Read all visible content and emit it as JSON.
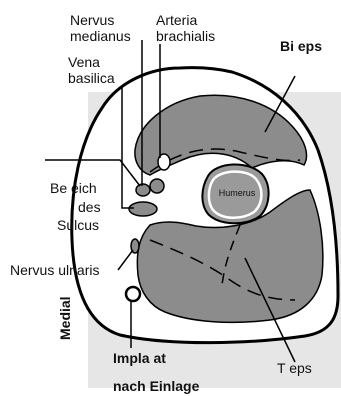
{
  "labels": {
    "nervus_medianus": [
      "Nervus",
      "medianus"
    ],
    "arteria_brachialis": [
      "Arteria",
      "brachialis"
    ],
    "vena_basilica": [
      "Vena",
      "basilica"
    ],
    "biceps": "Bi  eps",
    "bereich_sulcus": [
      "Be  eich",
      "des",
      "Sulcus"
    ],
    "humerus": "Humerus",
    "nervus_ulnaris": "Nervus ulnaris",
    "medial": "Medial",
    "triceps": "T   eps",
    "implantat": "Impla  at",
    "nach_einlage": "nach Einlage"
  },
  "colors": {
    "muscle": "#8c8c8c",
    "skin_outline": "#000000",
    "fat_layer": "#ffffff",
    "surround": "#e6e6e6",
    "bone": "#9a9a9a"
  }
}
